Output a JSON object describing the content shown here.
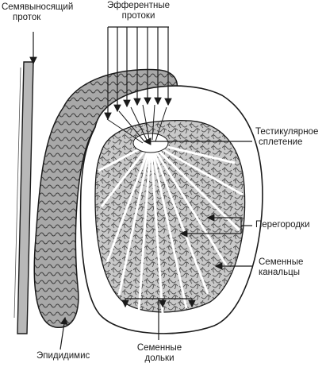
{
  "labels": {
    "vas_deferens": [
      "Семявыносящий",
      "проток"
    ],
    "efferent_ducts": [
      "Эфферентные",
      "протоки"
    ],
    "rete_testis": [
      "Тестикулярное",
      "сплетение"
    ],
    "septa": "Перегородки",
    "seminiferous_tubules": [
      "Семенные",
      "канальцы"
    ],
    "epididymis": "Эпидидимис",
    "lobules": [
      "Семенные",
      "дольки"
    ]
  },
  "colors": {
    "line": "#1a1a1a",
    "tissue": "#b0b0b0",
    "background": "#ffffff"
  }
}
